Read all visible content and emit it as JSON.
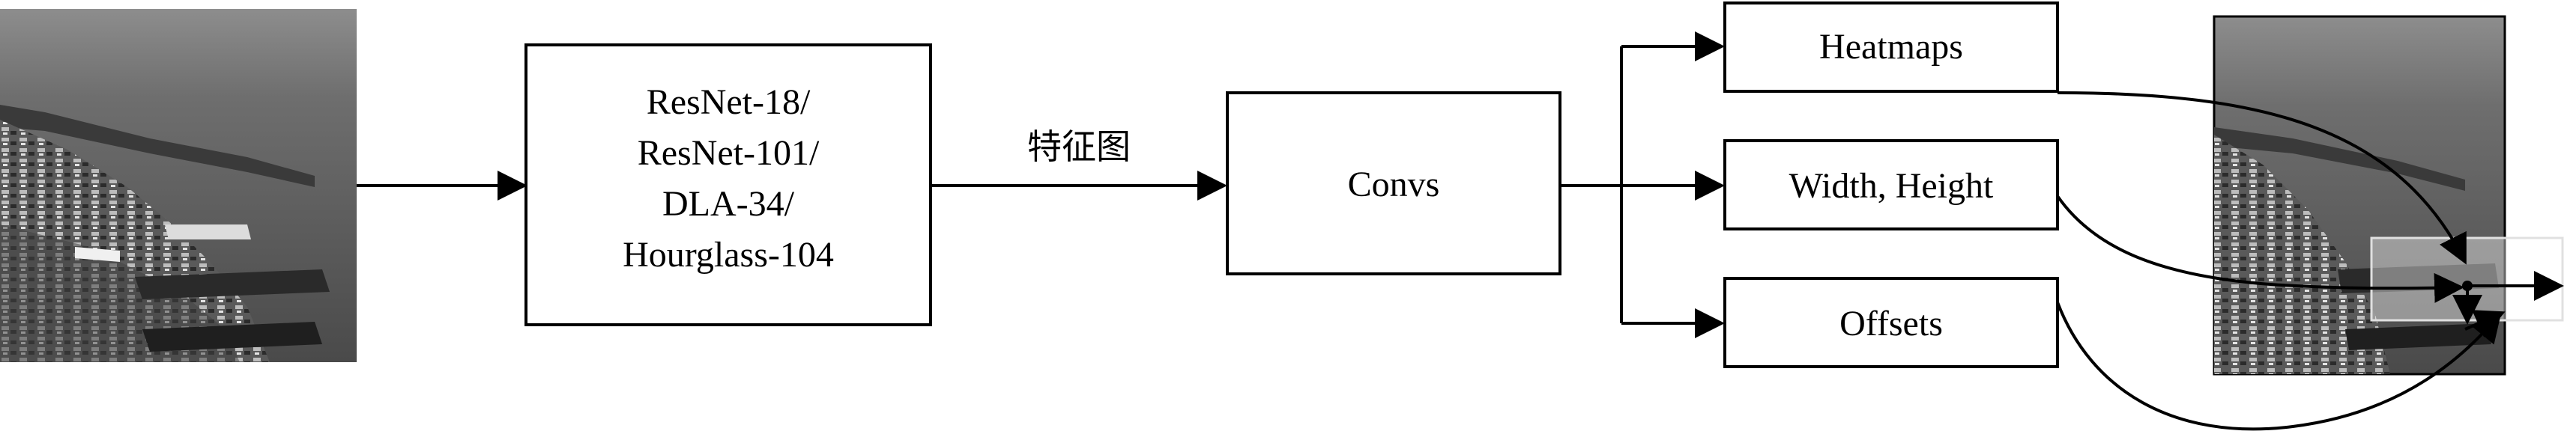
{
  "backbone": {
    "lines": [
      "ResNet-18/",
      "ResNet-101/",
      "DLA-34/",
      "Hourglass-104"
    ]
  },
  "feature_map_label": "特征图",
  "convs_label": "Convs",
  "heads": {
    "heatmaps": "Heatmaps",
    "width_height": "Width, Height",
    "offsets": "Offsets"
  },
  "images": {
    "input": "harbor-aerial-photo-input",
    "output": "harbor-aerial-photo-detection-output"
  }
}
